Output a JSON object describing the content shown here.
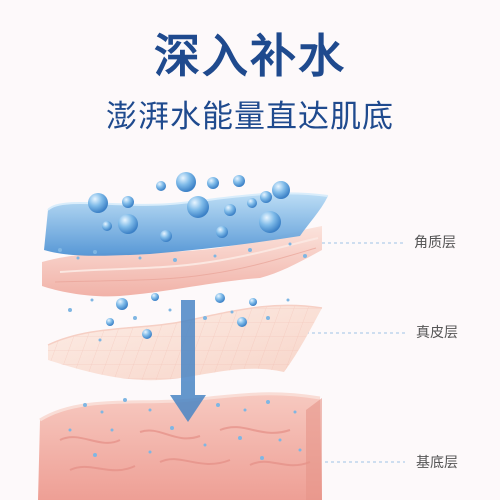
{
  "headline": {
    "title": "深入补水",
    "subtitle": "澎湃水能量直达肌底"
  },
  "layers": [
    {
      "label": "角质层"
    },
    {
      "label": "真皮层"
    },
    {
      "label": "基底层"
    }
  ],
  "colors": {
    "title": "#1f4a8e",
    "water": "#5a9fd8",
    "skin_top": "#f7c9c2",
    "skin_mid": "#fbe4dc",
    "skin_base": "#f4b7ae",
    "arrow": "#4a86c5",
    "guide_line": "#9fc3e6"
  },
  "icons": [
    "water-droplet-icon",
    "down-arrow-icon"
  ]
}
